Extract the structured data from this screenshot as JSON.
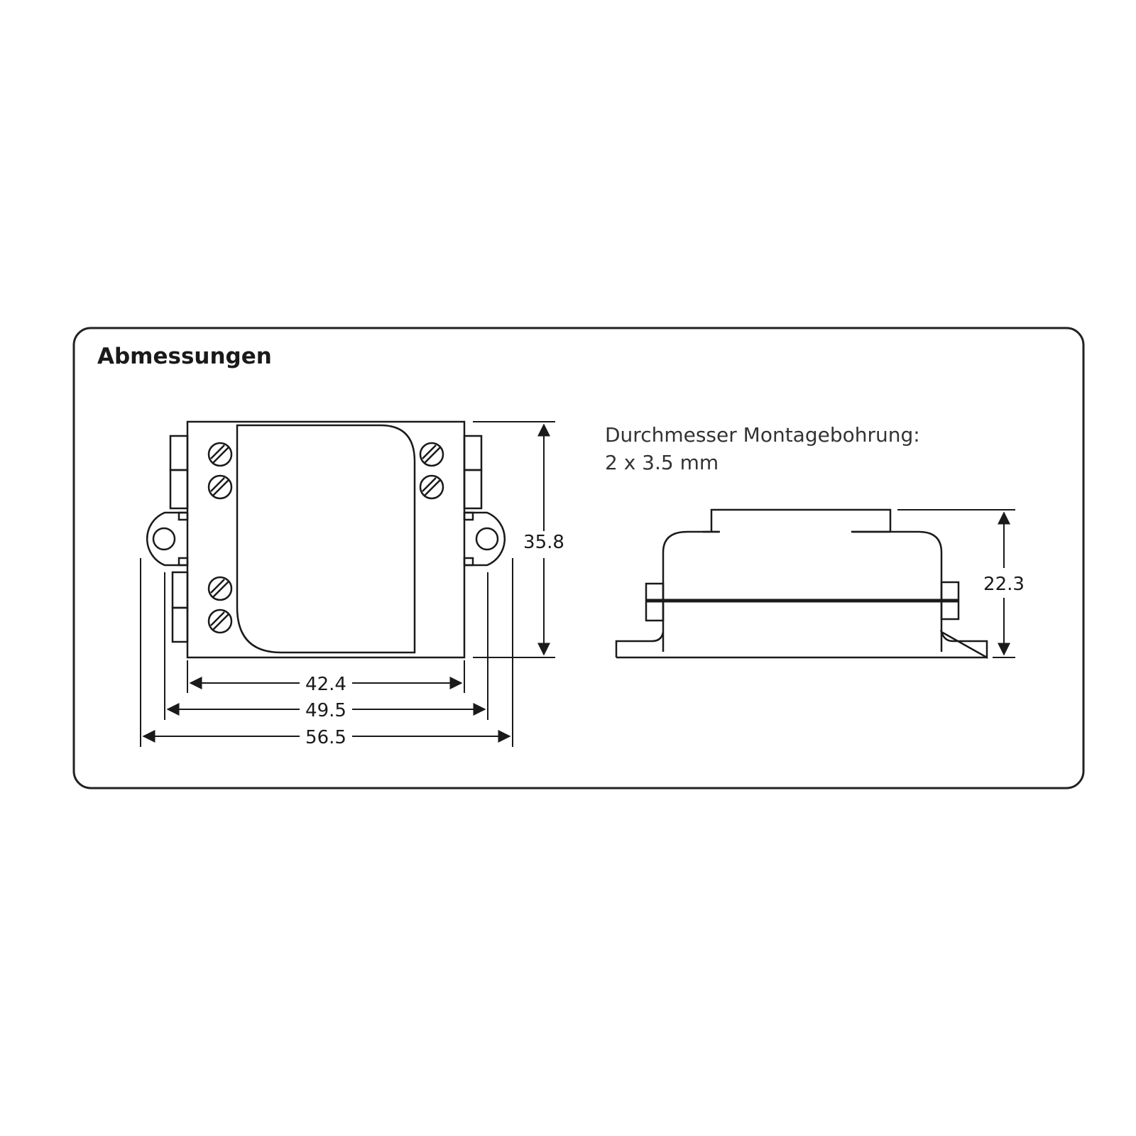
{
  "title": "Abmessungen",
  "note": {
    "line1": "Durchmesser Montagebohrung:",
    "line2": "2 x 3.5 mm"
  },
  "dimensions": {
    "height_top_view": "35.8",
    "width_inner": "42.4",
    "width_mid": "49.5",
    "width_outer": "56.5",
    "height_side_view": "22.3"
  },
  "colors": {
    "line": "#1a1a1a",
    "frame": "#222222",
    "background": "#ffffff"
  }
}
